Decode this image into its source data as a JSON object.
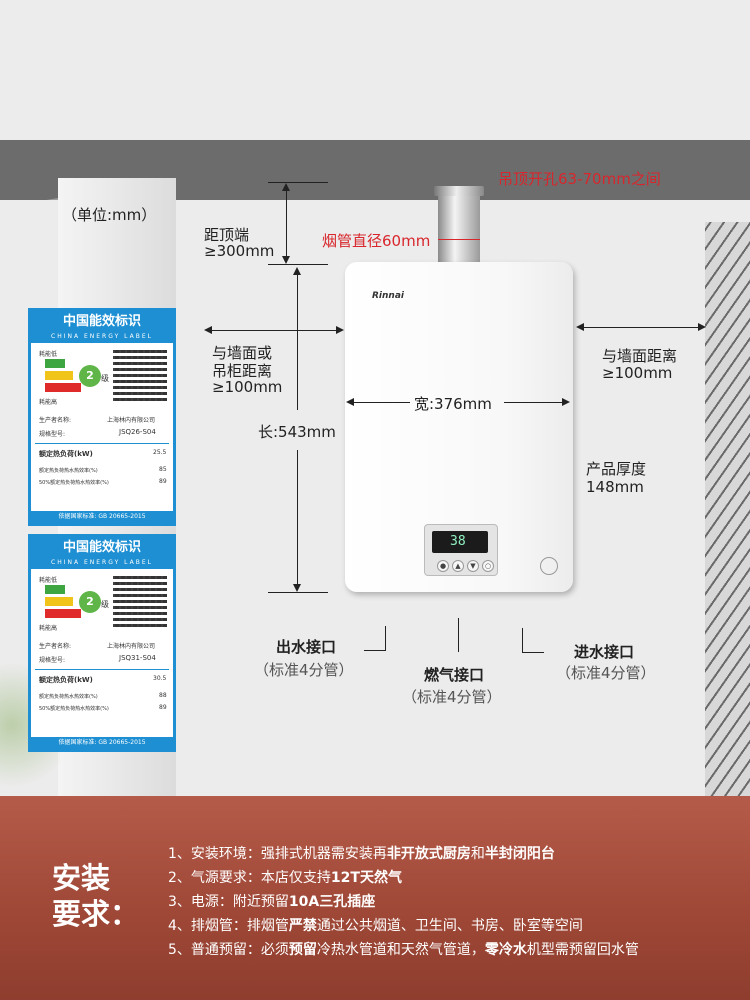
{
  "unit_label": "（单位:mm）",
  "ceiling_hole": "吊顶开孔63-70mm之间",
  "flue_diameter": "烟管直径60mm",
  "top_distance": {
    "line1": "距顶端",
    "line2": "≥300mm"
  },
  "left_distance": {
    "line1": "与墙面或",
    "line2": "吊柜距离",
    "line3": "≥100mm"
  },
  "right_distance": {
    "line1": "与墙面距离",
    "line2": "≥100mm"
  },
  "width_label": "宽:376mm",
  "length_label": "长:543mm",
  "thickness": {
    "line1": "产品厚度",
    "line2": "148mm"
  },
  "brand": "Rinnai",
  "display_value": "38",
  "outlet": {
    "name": "出水接口",
    "spec": "（标准4分管）"
  },
  "gas": {
    "name": "燃气接口",
    "spec": "（标准4分管）"
  },
  "inlet": {
    "name": "进水接口",
    "spec": "（标准4分管）"
  },
  "energy_labels": [
    {
      "title": "中国能效标识",
      "subtitle": "CHINA ENERGY LABEL",
      "low": "耗能低",
      "high": "耗能高",
      "grade": "2",
      "grade_unit": "级",
      "producer_key": "生产者名称:",
      "producer": "上海林内有限公司",
      "model_key": "规格型号:",
      "model": "JSQ26-S04",
      "load_key": "额定热负荷(kW)",
      "load": "25.5",
      "eff1_key": "额定热负荷热水热效率(%)",
      "eff1": "85",
      "eff2_key": "50%额定热负荷热水热效率(%)",
      "eff2": "89",
      "standard": "依据国家标准: GB 20665-2015"
    },
    {
      "title": "中国能效标识",
      "subtitle": "CHINA ENERGY LABEL",
      "low": "耗能低",
      "high": "耗能高",
      "grade": "2",
      "grade_unit": "级",
      "producer_key": "生产者名称:",
      "producer": "上海林内有限公司",
      "model_key": "规格型号:",
      "model": "JSQ31-S04",
      "load_key": "额定热负荷(kW)",
      "load": "30.5",
      "eff1_key": "额定热负荷热水热效率(%)",
      "eff1": "88",
      "eff2_key": "50%额定热负荷热水热效率(%)",
      "eff2": "89",
      "standard": "依据国家标准: GB 20665-2015"
    }
  ],
  "requirements": {
    "title_line1": "安装",
    "title_line2": "要求：",
    "items": [
      {
        "prefix": "1、安装环境：强排式机器需安装再",
        "b1": "非开放式厨房",
        "mid": "和",
        "b2": "半封闭阳台",
        "suffix": ""
      },
      {
        "prefix": "2、气源要求：本店仅支持",
        "b1": "12T天然气",
        "mid": "",
        "b2": "",
        "suffix": ""
      },
      {
        "prefix": "3、电源：附近预留",
        "b1": "10A三孔插座",
        "mid": "",
        "b2": "",
        "suffix": ""
      },
      {
        "prefix": "4、排烟管：排烟管",
        "b1": "严禁",
        "mid": "通过公共烟道、卫生间、书房、卧室等空间",
        "b2": "",
        "suffix": ""
      },
      {
        "prefix": "5、普通预留：必须",
        "b1": "预留",
        "mid": "冷热水管道和天然气管道，",
        "b2": "零冷水",
        "suffix": "机型需预留回水管"
      }
    ]
  }
}
